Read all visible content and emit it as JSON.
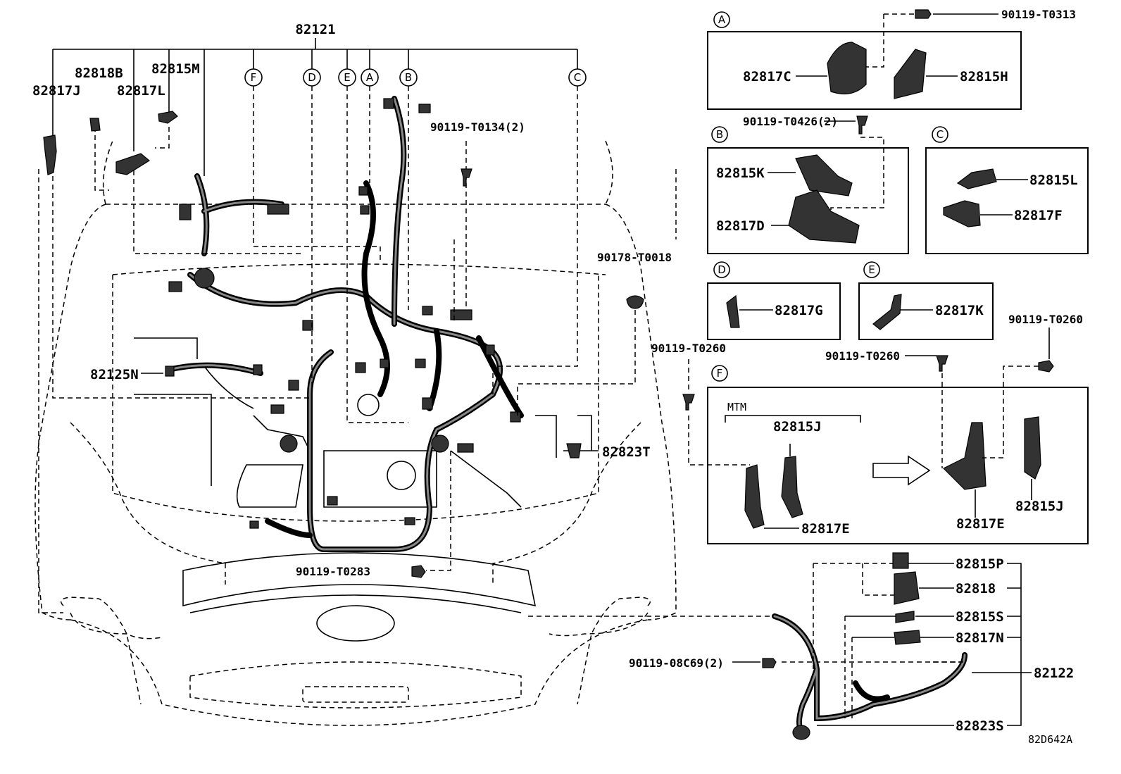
{
  "main_part": "82121",
  "callouts": {
    "A": "A",
    "B": "B",
    "C": "C",
    "D": "D",
    "E": "E",
    "F": "F"
  },
  "left_labels": {
    "p82817J": "82817J",
    "p82818B": "82818B",
    "p82817L": "82817L",
    "p82815M": "82815M",
    "p82125N": "82125N",
    "p82823T": "82823T",
    "p90119_T0134": "90119-T0134(2)",
    "p90178_T0018": "90178-T0018",
    "p90119_T0283": "90119-T0283",
    "p90119_08C69": "90119-08C69(2)"
  },
  "panel_A": {
    "p90119_T0313": "90119-T0313",
    "p82817C": "82817C",
    "p82815H": "82815H"
  },
  "panel_B": {
    "p90119_T0426": "90119-T0426(2)",
    "p82815K": "82815K",
    "p82817D": "82817D"
  },
  "panel_C": {
    "p82815L": "82815L",
    "p82817F": "82817F"
  },
  "panel_D": {
    "p82817G": "82817G"
  },
  "panel_E": {
    "p82817K": "82817K"
  },
  "panel_F": {
    "p90119_T0260_a": "90119-T0260",
    "p90119_T0260_b": "90119-T0260",
    "p90119_T0260_c": "90119-T0260",
    "mtm": "MTM",
    "p82815J_a": "82815J",
    "p82817E_a": "82817E",
    "p82817E_b": "82817E",
    "p82815J_b": "82815J"
  },
  "sub_harness": {
    "p82815P": "82815P",
    "p82818": "82818",
    "p82815S": "82815S",
    "p82817N": "82817N",
    "p82122": "82122",
    "p82823S": "82823S"
  },
  "diagram_id": "82D642A"
}
